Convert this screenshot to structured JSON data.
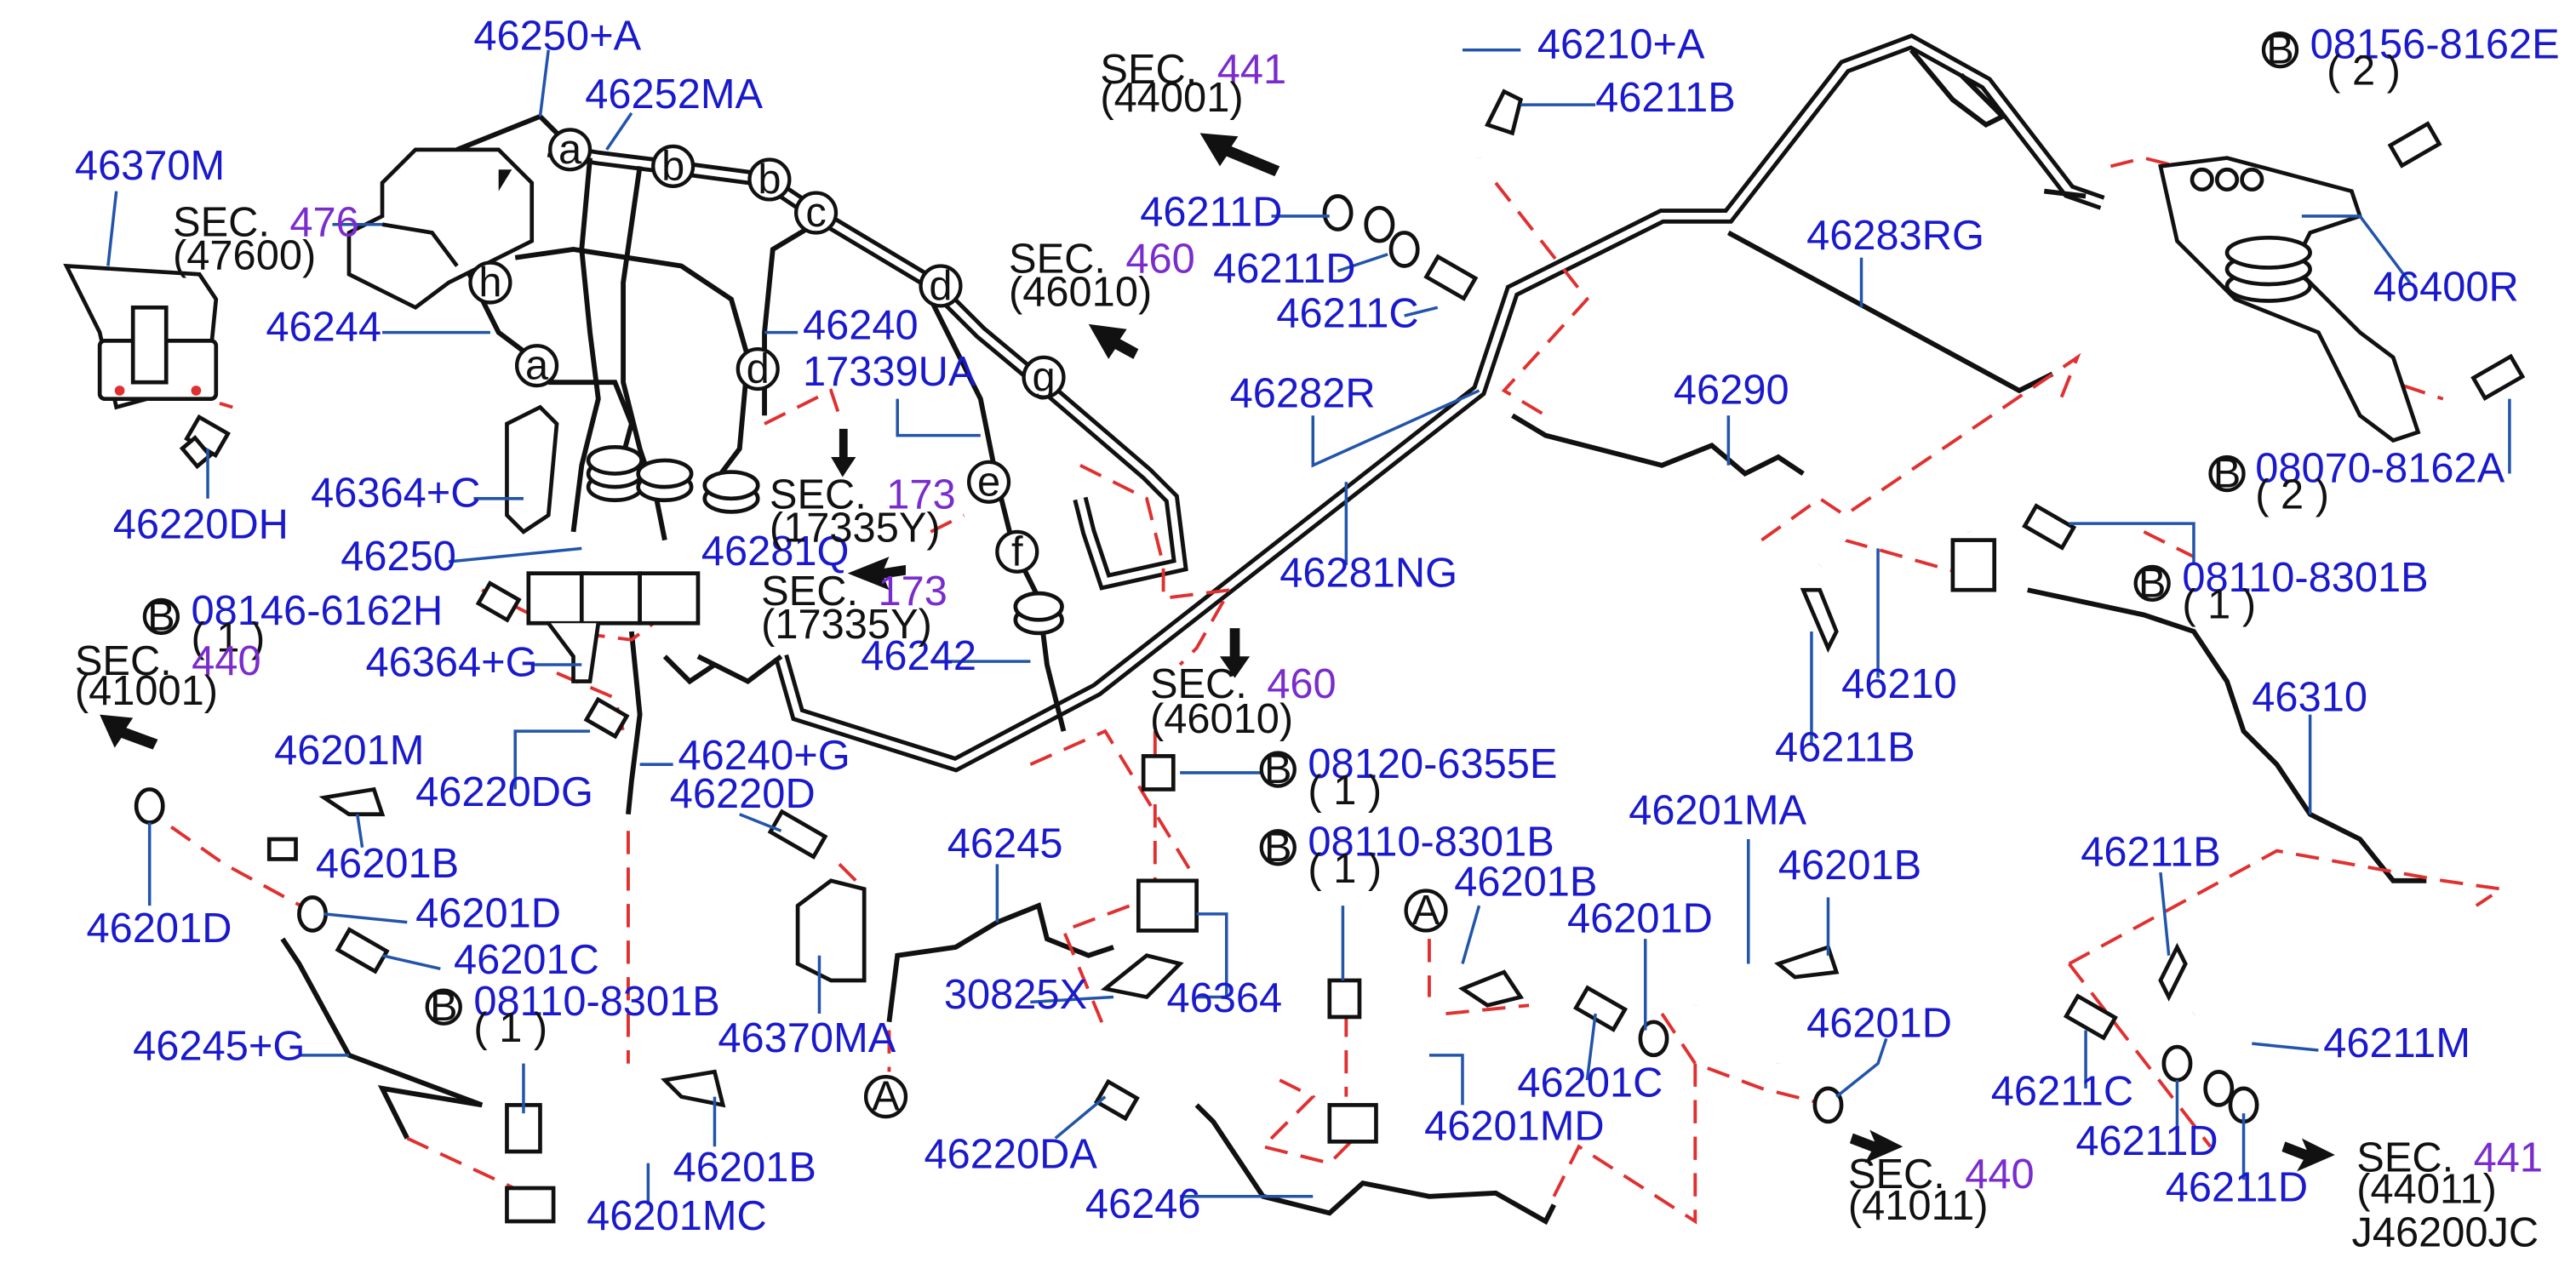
{
  "diagram": {
    "code": "J46200JC",
    "colors": {
      "part_number": "#1a1acc",
      "section_number": "#7a2ccc",
      "dashed_line": "#e03030",
      "line": "#111111"
    },
    "part_labels": [
      "46250+A",
      "46252MA",
      "46370M",
      "46244",
      "46220DH",
      "46364+C",
      "46250",
      "46281Q",
      "46364+G",
      "46220DG",
      "46240+G",
      "46240",
      "17339UA",
      "46242",
      "46245",
      "30825X",
      "46364",
      "46370MA",
      "46220D",
      "46220DA",
      "46246",
      "46201M",
      "46201B",
      "46201D",
      "46201D",
      "46201C",
      "46245+G",
      "46201B",
      "46201MC",
      "46210+A",
      "46211B",
      "46211D",
      "46211D",
      "46211C",
      "46282R",
      "46281NG",
      "46283RG",
      "46290",
      "46210",
      "46211B",
      "46400R",
      "46310",
      "46201MA",
      "46201B",
      "46201D",
      "46201C",
      "46201D",
      "46201B",
      "46201MD",
      "46211B",
      "46211M",
      "46211C",
      "46211D",
      "46211D"
    ],
    "bolt_specs": [
      {
        "letter": "B",
        "part": "08146-6162H",
        "qty": "( 1 )"
      },
      {
        "letter": "B",
        "part": "08110-8301B",
        "qty": "( 1 )"
      },
      {
        "letter": "B",
        "part": "08120-6355E",
        "qty": "( 1 )"
      },
      {
        "letter": "B",
        "part": "08110-8301B",
        "qty": "( 1 )"
      },
      {
        "letter": "B",
        "part": "08156-8162E",
        "qty": "( 2 )"
      },
      {
        "letter": "B",
        "part": "08070-8162A",
        "qty": "( 2 )"
      },
      {
        "letter": "B",
        "part": "08110-8301B",
        "qty": "( 1 )"
      }
    ],
    "section_refs": [
      {
        "prefix": "SEC.",
        "num": "476",
        "code": "(47600)"
      },
      {
        "prefix": "SEC.",
        "num": "440",
        "code": "(41001)"
      },
      {
        "prefix": "SEC.",
        "num": "173",
        "code": "(17335Y)"
      },
      {
        "prefix": "SEC.",
        "num": "173",
        "code": "(17335Y)"
      },
      {
        "prefix": "SEC.",
        "num": "441",
        "code": "(44001)"
      },
      {
        "prefix": "SEC.",
        "num": "460",
        "code": "(46010)"
      },
      {
        "prefix": "SEC.",
        "num": "460",
        "code": "(46010)"
      },
      {
        "prefix": "SEC.",
        "num": "440",
        "code": "(41011)"
      },
      {
        "prefix": "SEC.",
        "num": "441",
        "code": "(44011)"
      }
    ],
    "connector_letters": [
      "a",
      "b",
      "b",
      "c",
      "d",
      "h",
      "a",
      "d",
      "e",
      "f",
      "g",
      "A",
      "A"
    ]
  }
}
